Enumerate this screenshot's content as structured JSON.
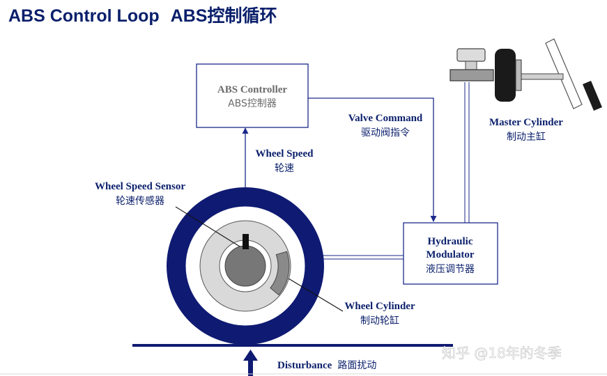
{
  "title": {
    "en": "ABS Control Loop",
    "cn": "ABS控制循环"
  },
  "controller": {
    "en": "ABS Controller",
    "cn": "ABS控制器"
  },
  "valve_command": {
    "en": "Valve Command",
    "cn": "驱动阀指令"
  },
  "wheel_speed": {
    "en": "Wheel Speed",
    "cn": "轮速"
  },
  "wheel_speed_sensor": {
    "en": "Wheel Speed Sensor",
    "cn": "轮速传感器"
  },
  "master_cylinder": {
    "en": "Master Cylinder",
    "cn": "制动主缸"
  },
  "hydraulic_modulator": {
    "line1": "Hydraulic",
    "line2": "Modulator",
    "cn": "液压调节器"
  },
  "wheel_cylinder": {
    "en": "Wheel Cylinder",
    "cn": "制动轮缸"
  },
  "disturbance": {
    "en": "Disturbance",
    "cn": "路面扰动"
  },
  "watermark": "知乎 @18年的冬季",
  "colors": {
    "title": "#0a1f6b",
    "tire": "#0f1a72",
    "line": "#1a2a8a",
    "hub": "#777777",
    "caliper": "#8a8a8a",
    "controller_text": "#6b6b6b"
  }
}
